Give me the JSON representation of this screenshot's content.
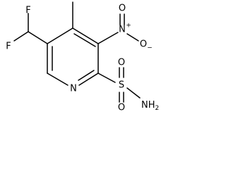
{
  "atoms": {
    "f_top": "F",
    "f_left": "F",
    "n_ring": "N",
    "n_nitro": "N",
    "n_nitro_charge": "+",
    "o_nitro_top": "O",
    "o_nitro_right": "O",
    "o_nitro_charge": "−",
    "s": "S",
    "o_sulfonyl_top": "O",
    "o_sulfonyl_bottom": "O",
    "nh2_main": "NH",
    "nh2_sub": "2"
  },
  "colors": {
    "ink": "#000000",
    "background": "#ffffff"
  }
}
